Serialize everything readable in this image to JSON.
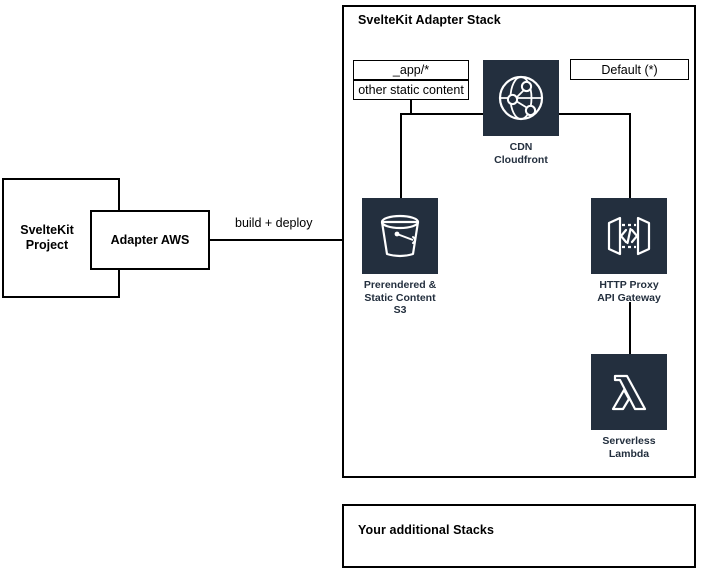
{
  "diagram": {
    "title": "SvelteKit Adapter Stack",
    "accent_dark": "#232f3e",
    "line_color": "#000000",
    "background": "#ffffff"
  },
  "left": {
    "project_box": {
      "label": "SvelteKit\nProject"
    },
    "adapter_box": {
      "label": "Adapter AWS"
    },
    "connector_label": "build + deploy"
  },
  "stacks": [
    {
      "name": "adapter-stack",
      "title": "SvelteKit Adapter Stack"
    },
    {
      "name": "additional-stack",
      "title": "Your additional Stacks"
    }
  ],
  "routes": {
    "static": {
      "primary": "_app/*",
      "secondary": "other static content"
    },
    "default": {
      "primary": "Default (*)"
    }
  },
  "nodes": [
    {
      "id": "cdn",
      "icon": "cloudfront-globe-icon",
      "caption": "CDN\nCloudfront"
    },
    {
      "id": "s3",
      "icon": "s3-bucket-icon",
      "caption": "Prerendered &\nStatic Content\nS3"
    },
    {
      "id": "apigw",
      "icon": "api-gateway-icon",
      "caption": "HTTP Proxy\nAPI Gateway"
    },
    {
      "id": "lambda",
      "icon": "lambda-icon",
      "caption": "Serverless\nLambda"
    }
  ]
}
